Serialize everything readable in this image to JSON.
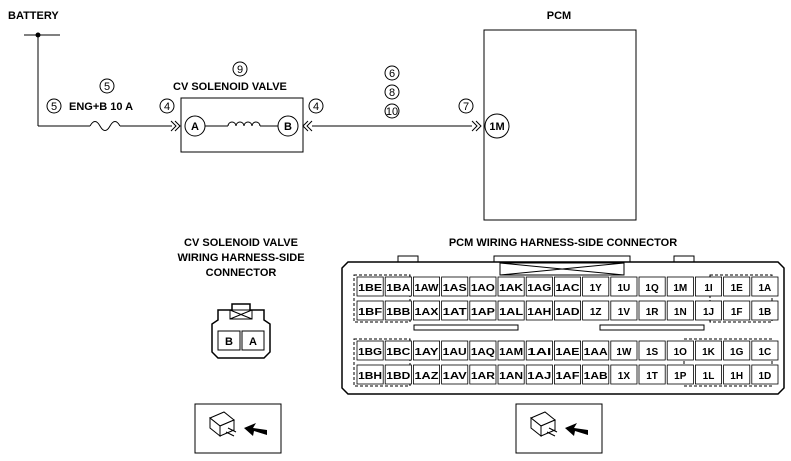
{
  "battery_label": "BATTERY",
  "fuse": {
    "label": "ENG+B 10 A",
    "ref_left": "5",
    "ref_top": "5"
  },
  "valve": {
    "title": "CV SOLENOID VALVE",
    "ref_title": "9",
    "terminal_a": "A",
    "terminal_b": "B",
    "ref_a": "4",
    "ref_b": "4"
  },
  "wire_refs": [
    "6",
    "8",
    "10"
  ],
  "pcm": {
    "label": "PCM",
    "terminal": "1M",
    "ref": "7"
  },
  "valve_connector": {
    "title_lines": [
      "CV SOLENOID VALVE",
      "WIRING HARNESS-SIDE",
      "CONNECTOR"
    ],
    "pins": [
      "B",
      "A"
    ]
  },
  "pcm_connector": {
    "title": "PCM WIRING HARNESS-SIDE CONNECTOR",
    "rows": [
      [
        "1BE",
        "1BA",
        "1AW",
        "1AS",
        "1AO",
        "1AK",
        "1AG",
        "1AC",
        "1Y",
        "1U",
        "1Q",
        "1M",
        "1I",
        "1E",
        "1A"
      ],
      [
        "1BF",
        "1BB",
        "1AX",
        "1AT",
        "1AP",
        "1AL",
        "1AH",
        "1AD",
        "1Z",
        "1V",
        "1R",
        "1N",
        "1J",
        "1F",
        "1B"
      ],
      [
        "1BG",
        "1BC",
        "1AY",
        "1AU",
        "1AQ",
        "1AM",
        "1AI",
        "1AE",
        "1AA",
        "1W",
        "1S",
        "1O",
        "1K",
        "1G",
        "1C"
      ],
      [
        "1BH",
        "1BD",
        "1AZ",
        "1AV",
        "1AR",
        "1AN",
        "1AJ",
        "1AF",
        "1AB",
        "1X",
        "1T",
        "1P",
        "1L",
        "1H",
        "1D"
      ]
    ]
  }
}
